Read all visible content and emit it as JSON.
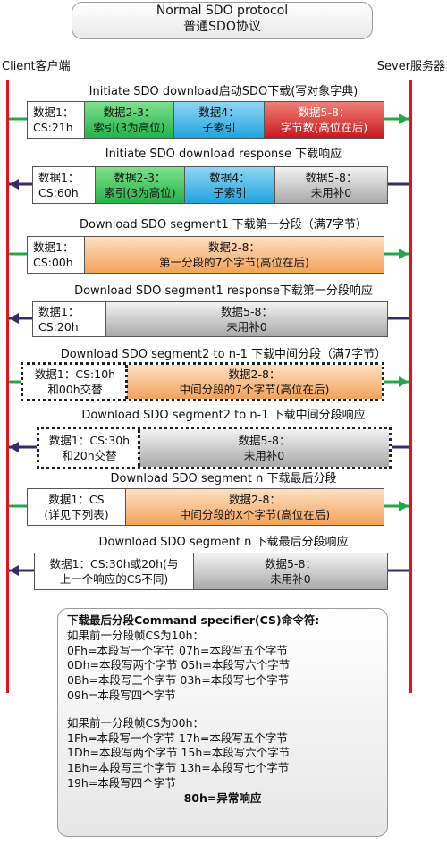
{
  "title": {
    "line1": "Normal SDO protocol",
    "line2": "普通SDO协议"
  },
  "client_label": "Client客户端",
  "server_label": "Sever服务器",
  "colors": {
    "lifeline": "#e0141c",
    "arrow_to_server": "#22a84b",
    "arrow_to_client": "#3a2a6a"
  },
  "messages": [
    {
      "title": "Initiate SDO download启动SDO下载(写对象字典)",
      "direction": "to_server",
      "cells": [
        {
          "text": "数据1：\nCS:21h",
          "color": "white"
        },
        {
          "text": "数据2-3：\n索引(3为高位)",
          "color": "green"
        },
        {
          "text": "数据4：\n子索引",
          "color": "blue"
        },
        {
          "text": "数据5-8：\n字节数(高位在后)",
          "color": "red"
        }
      ]
    },
    {
      "title": "Initiate SDO download response 下载响应",
      "direction": "to_client",
      "cells": [
        {
          "text": "数据1：\nCS:60h",
          "color": "white"
        },
        {
          "text": "数据2-3：\n索引(3为高位)",
          "color": "green"
        },
        {
          "text": "数据4：\n子索引",
          "color": "blue"
        },
        {
          "text": "数据5-8：\n未用补0",
          "color": "gray"
        }
      ]
    },
    {
      "title": "Download SDO segment1 下载第一分段（满7字节）",
      "direction": "to_server",
      "cells": [
        {
          "text": "数据1：\nCS:00h",
          "color": "white"
        },
        {
          "text": "数据2-8：\n第一分段的7个字节(高位在后)",
          "color": "orange"
        }
      ]
    },
    {
      "title": "Download SDO segment1 response下载第一分段响应",
      "direction": "to_client",
      "cells": [
        {
          "text": "数据1：\nCS:20h",
          "color": "white"
        },
        {
          "text": "数据5-8：\n未用补0",
          "color": "gray"
        }
      ]
    },
    {
      "title": "Download SDO segment2 to n-1 下载中间分段（满7字节）",
      "direction": "to_server",
      "cells": [
        {
          "text": "数据1：CS:10h\n和00h交替",
          "color": "white"
        },
        {
          "text": "数据2-8：\n中间分段的7个字节(高位在后)",
          "color": "orange"
        }
      ]
    },
    {
      "title": "Download SDO segment2 to n-1 下载中间分段响应",
      "direction": "to_client",
      "cells": [
        {
          "text": "数据1：CS:30h\n和20h交替",
          "color": "white"
        },
        {
          "text": "数据5-8：\n未用补0",
          "color": "gray"
        }
      ]
    },
    {
      "title": "Download SDO segment n 下载最后分段",
      "direction": "to_server",
      "cells": [
        {
          "text": "数据1：CS\n(详见下列表)",
          "color": "white"
        },
        {
          "text": "数据2-8：\n中间分段的X个字节(高位在后)",
          "color": "orange"
        }
      ]
    },
    {
      "title": "Download SDO segment n 下载最后分段响应",
      "direction": "to_client",
      "cells": [
        {
          "text": "数据1：CS:30h或20h(与\n上一个响应的CS不同)",
          "color": "white"
        },
        {
          "text": "数据5-8：\n未用补0",
          "color": "gray"
        }
      ]
    }
  ],
  "note": {
    "heading": "下载最后分段Command specifier(CS)命令符:",
    "group1_title": "如果前一分段帧CS为10h：",
    "group1": [
      "0Fh=本段写一个字节  07h=本段写五个字节",
      "0Dh=本段写两个字节  05h=本段写六个字节",
      "0Bh=本段写三个字节  03h=本段写七个字节",
      "09h=本段写四个字节"
    ],
    "group2_title": "如果前一分段帧CS为00h：",
    "group2": [
      "1Fh=本段写一个字节  17h=本段写五个字节",
      "1Dh=本段写两个字节  15h=本段写六个字节",
      "1Bh=本段写三个字节  13h=本段写七个字节",
      "19h=本段写四个字节"
    ],
    "footer": "80h=异常响应"
  }
}
